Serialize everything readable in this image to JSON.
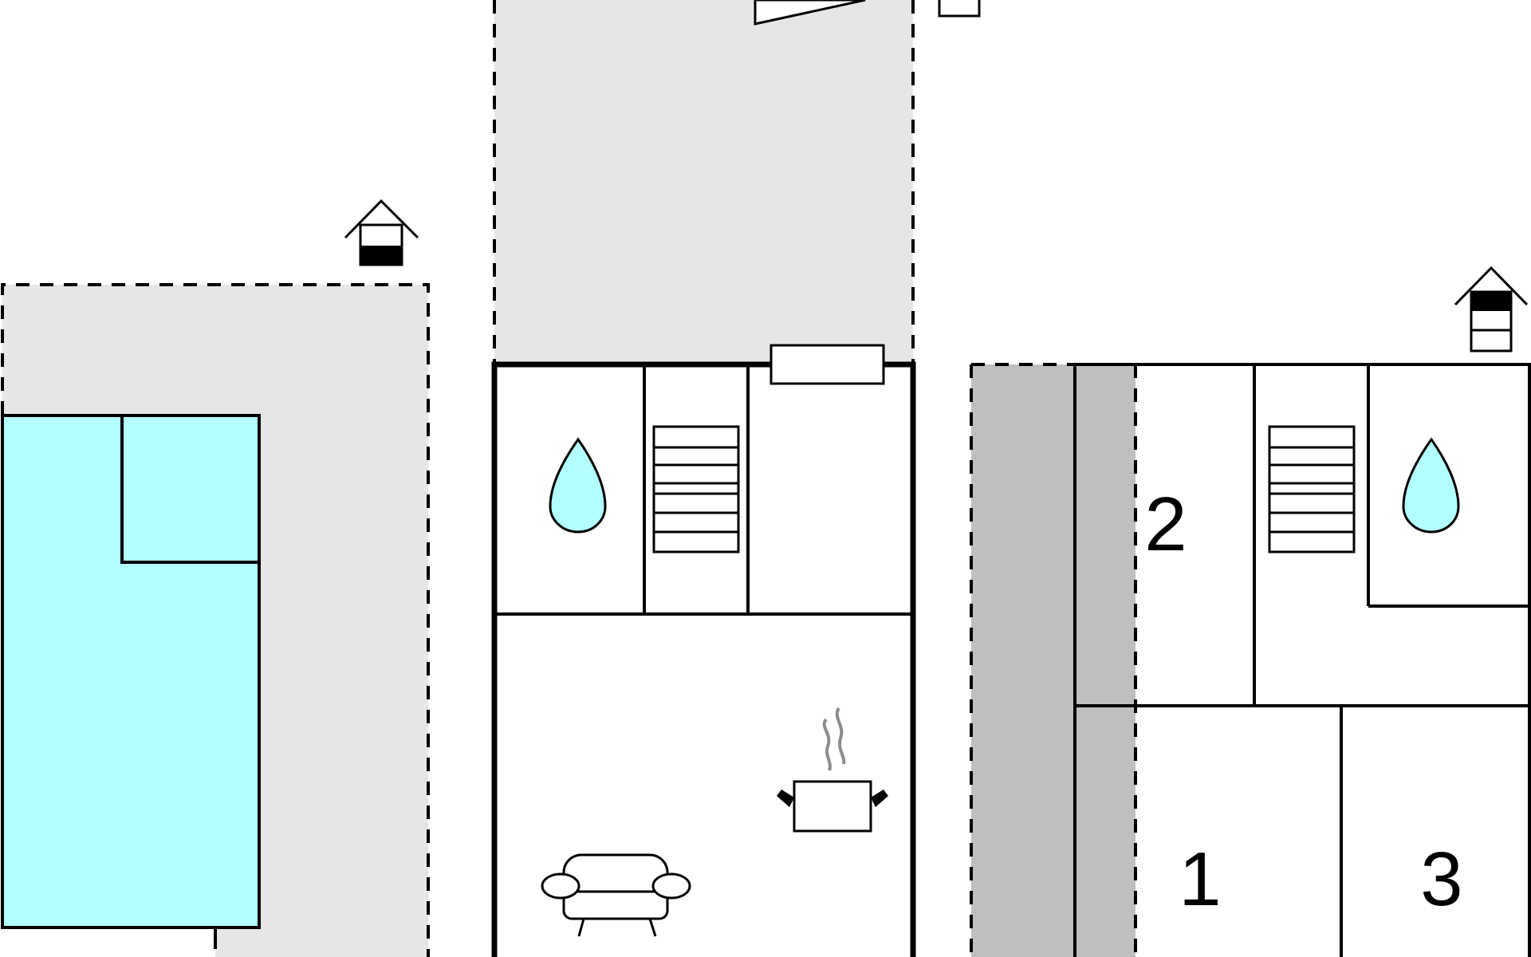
{
  "floorplan": {
    "room_numbers": {
      "room_1": "1",
      "room_2": "2",
      "room_3": "3"
    },
    "colors": {
      "terrace": "#e6e6e6",
      "carport": "#bfbfbf",
      "pool": "#b3ffff",
      "water": "#b3ffff",
      "wall": "#000000",
      "steam": "#8c8c8c"
    },
    "icons": [
      "pool",
      "house-entrance-icon",
      "water-drop-icon",
      "stairs-icon",
      "stove-pot-icon",
      "sofa-icon",
      "window",
      "bed-room-number"
    ]
  }
}
